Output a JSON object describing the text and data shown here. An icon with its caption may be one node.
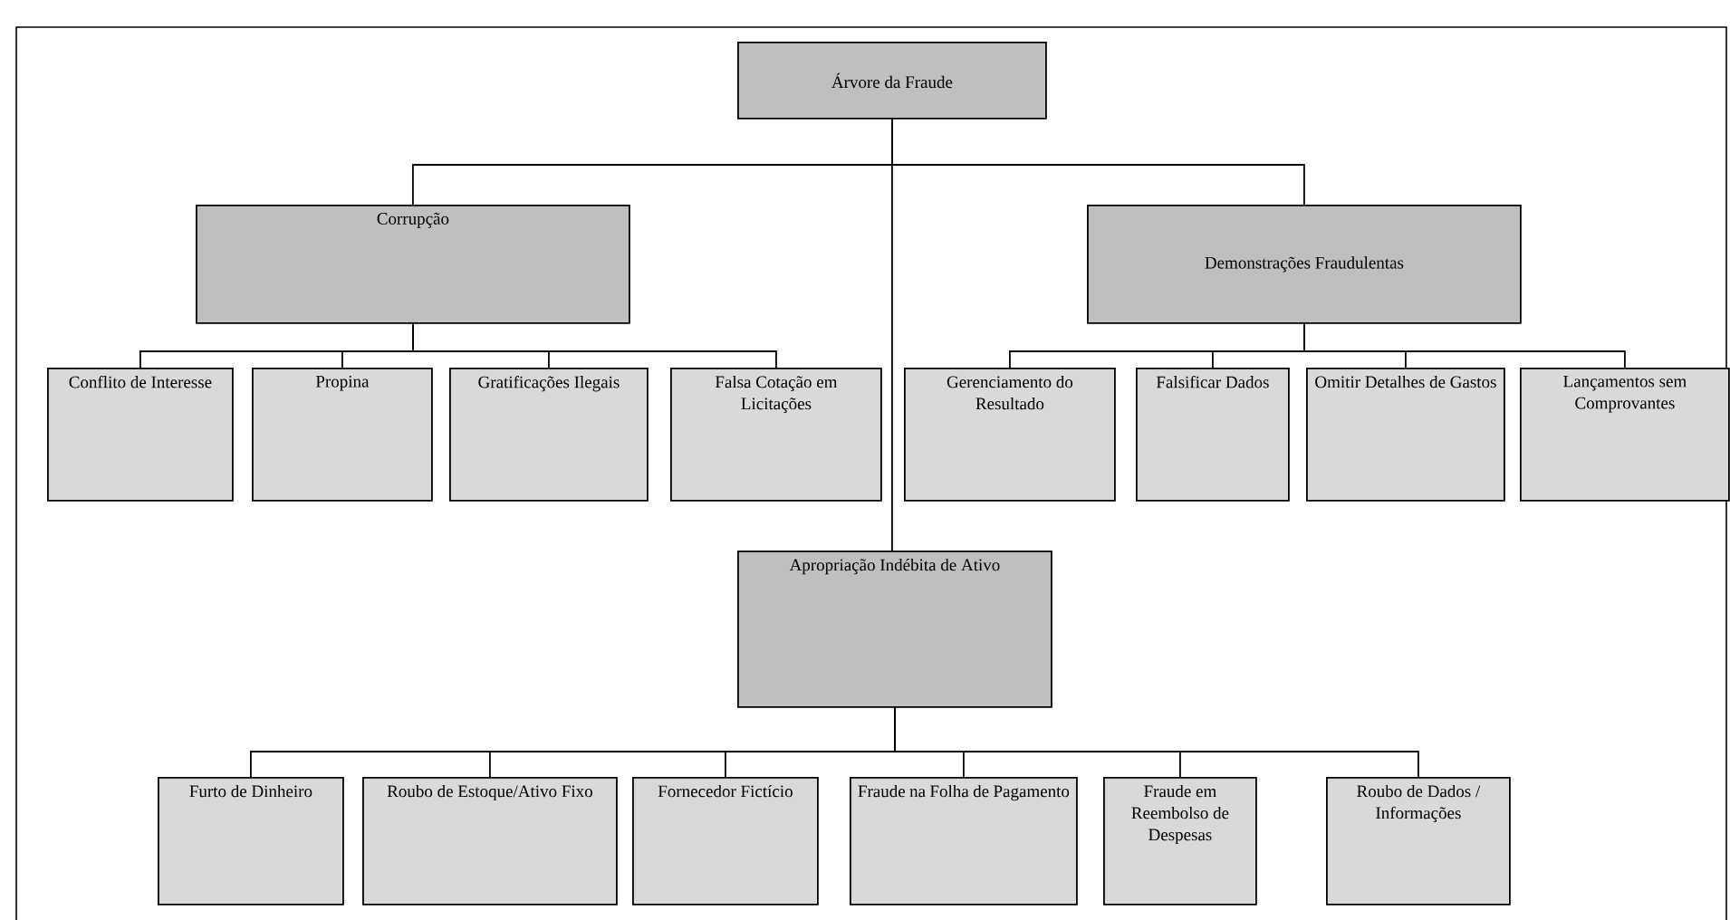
{
  "diagram": {
    "nodes": [
      {
        "text": [
          "Árvore da Fraude"
        ]
      },
      {
        "text": [
          "Corrupção"
        ]
      },
      {
        "text": [
          "Demonstrações Fraudulentas"
        ]
      },
      {
        "text": [
          "Conflito de Interesse"
        ]
      },
      {
        "text": [
          "Propina"
        ]
      },
      {
        "text": [
          "Gratificações Ilegais"
        ]
      },
      {
        "text": [
          "Falsa Cotação em Licitações"
        ]
      },
      {
        "text": [
          "Gerenciamento do Resultado"
        ]
      },
      {
        "text": [
          "Falsificar Dados"
        ]
      },
      {
        "text": [
          "Omitir Detalhes de Gastos"
        ]
      },
      {
        "text": [
          "Lançamentos sem Comprovantes"
        ]
      },
      {
        "text": [
          "Apropriação Indébita de Ativo"
        ]
      },
      {
        "text": [
          "Furto de Dinheiro"
        ]
      },
      {
        "text": [
          "Roubo de Estoque/Ativo Fixo"
        ]
      },
      {
        "text": [
          "Fornecedor Fictício"
        ]
      },
      {
        "text": [
          "Fraude na Folha de Pagamento"
        ]
      },
      {
        "text": [
          "Fraude em Reembolso de Despesas"
        ]
      },
      {
        "text": [
          "Roubo de Dados / Informações"
        ]
      }
    ],
    "edges": [
      {
        "from": 0,
        "to": 1,
        "arrow": "none"
      },
      {
        "from": 0,
        "to": 2,
        "arrow": "none"
      },
      {
        "from": 0,
        "to": 11,
        "arrow": "none"
      },
      {
        "from": 1,
        "to": 3,
        "arrow": "none"
      },
      {
        "from": 1,
        "to": 4,
        "arrow": "none"
      },
      {
        "from": 1,
        "to": 5,
        "arrow": "none"
      },
      {
        "from": 1,
        "to": 6,
        "arrow": "none"
      },
      {
        "from": 2,
        "to": 7,
        "arrow": "none"
      },
      {
        "from": 2,
        "to": 8,
        "arrow": "none"
      },
      {
        "from": 2,
        "to": 9,
        "arrow": "none"
      },
      {
        "from": 2,
        "to": 10,
        "arrow": "none"
      },
      {
        "from": 11,
        "to": 12,
        "arrow": "none"
      },
      {
        "from": 11,
        "to": 13,
        "arrow": "none"
      },
      {
        "from": 11,
        "to": 14,
        "arrow": "none"
      },
      {
        "from": 11,
        "to": 15,
        "arrow": "none"
      },
      {
        "from": 11,
        "to": 16,
        "arrow": "none"
      },
      {
        "from": 11,
        "to": 17,
        "arrow": "none"
      }
    ]
  }
}
